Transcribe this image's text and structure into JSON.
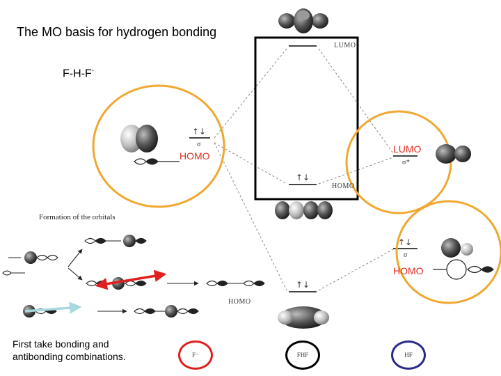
{
  "title": "The MO basis for hydrogen bonding",
  "formula": {
    "text": "F-H-F",
    "charge": "-"
  },
  "note": {
    "line1": "First take bonding and",
    "line2": "antibonding combinations."
  },
  "labels": {
    "homo_left": "HOMO",
    "lumo_right": "LUMO",
    "homo_right": "HOMO",
    "lumo_center_small": "LUMO",
    "homo_center_small": "HOMO",
    "homo_bottom_small": "HOMO",
    "formation": "Formation of the orbitals",
    "sigma": "σ",
    "sigma_star": "σ*",
    "spin_pair": "↑↓"
  },
  "fragments": {
    "left": "F⁻",
    "center": "FHF",
    "right": "HF"
  },
  "colors": {
    "ellipse": "#f0a830",
    "red_text": "#e03020",
    "red_arrow": "#e02020",
    "cyan_arrow": "#a8d8e0",
    "circle_left": "#e02020",
    "circle_center": "#000000",
    "circle_right": "#2a2a8a"
  }
}
